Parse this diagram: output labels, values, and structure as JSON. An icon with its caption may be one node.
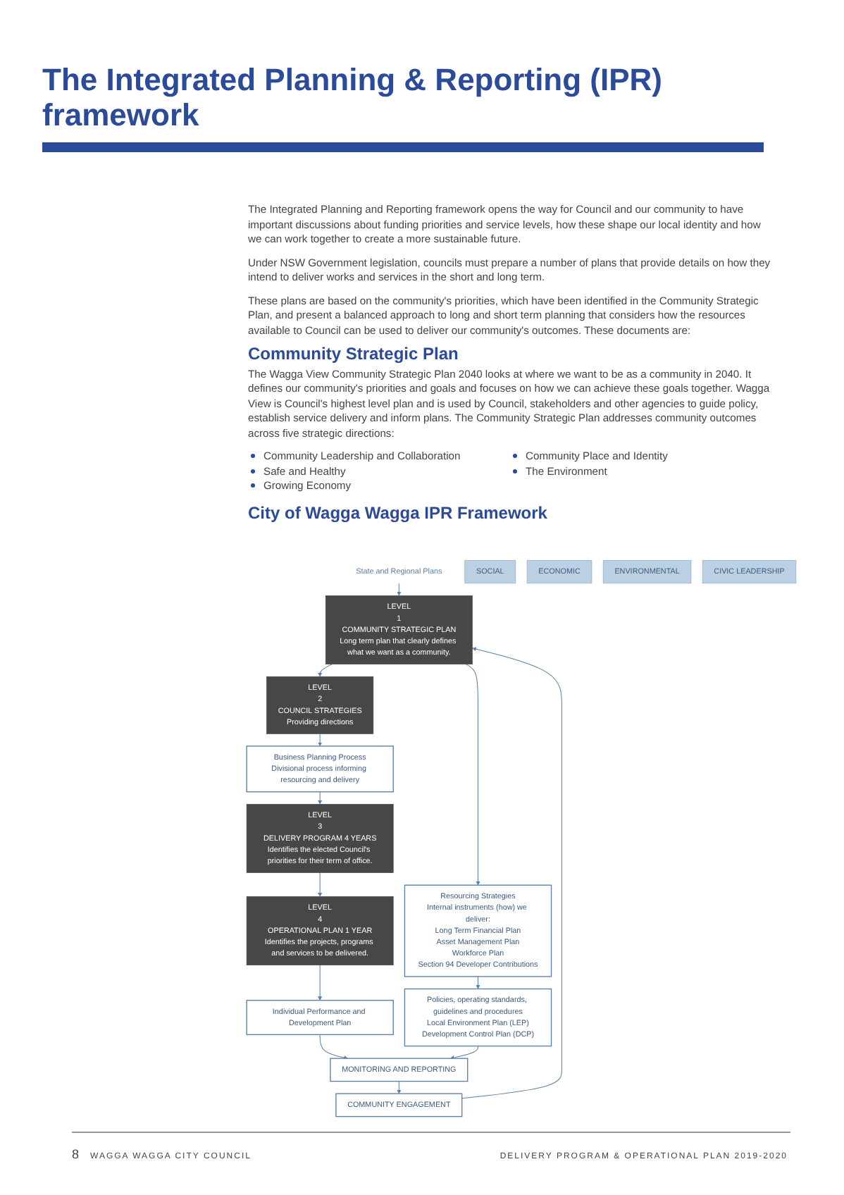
{
  "diagram": {
    "title": "The Integrated Planning & Reporting (IPR) framework",
    "nodes": [
      {
        "text": [
          "State and Regional Plans"
        ]
      },
      {
        "text": [
          "LEVEL",
          "1",
          "COMMUNITY STRATEGIC PLAN",
          "Long term plan that clearly defines what we want as a community."
        ]
      },
      {
        "text": [
          "LEVEL",
          "2",
          "COUNCIL STRATEGIES",
          "Providing directions"
        ]
      },
      {
        "text": [
          "SOCIAL"
        ]
      },
      {
        "text": [
          "ECONOMIC"
        ]
      },
      {
        "text": [
          "ENVIRONMENTAL"
        ]
      },
      {
        "text": [
          "CIVIC LEADERSHIP"
        ]
      },
      {
        "text": [
          "Business Planning Process",
          "Divisional process informing resourcing and delivery"
        ]
      },
      {
        "text": [
          "LEVEL",
          "3",
          "DELIVERY PROGRAM 4 YEARS",
          "Identifies the elected Council's priorities for their term of office."
        ]
      },
      {
        "text": [
          "LEVEL",
          "4",
          "OPERATIONAL PLAN 1 YEAR",
          "Identifies the projects, programs and services to be delivered."
        ]
      },
      {
        "text": [
          "Individual Performance and Development Plan"
        ]
      },
      {
        "text": [
          "MONITORING AND REPORTING"
        ]
      },
      {
        "text": [
          "Resourcing Strategies",
          "Internal instruments (how) we deliver:",
          "Long Term Financial Plan",
          "Asset Management Plan",
          "Workforce Plan",
          "Section 94 Developer Contributions"
        ]
      },
      {
        "text": [
          "Policies, operating standards, guidelines and procedures",
          "Local Environment Plan (LEP)",
          "Development Control Plan (DCP)"
        ]
      },
      {
        "text": [
          "COMMUNITY ENGAGEMENT"
        ]
      }
    ],
    "edges": [
      {
        "from": 0,
        "to": 1,
        "arrow": "to"
      },
      {
        "from": 1,
        "to": 2,
        "arrow": "to"
      },
      {
        "from": 2,
        "to": 7,
        "arrow": "to"
      },
      {
        "from": 7,
        "to": 8,
        "arrow": "to"
      },
      {
        "from": 8,
        "to": 9,
        "arrow": "to"
      },
      {
        "from": 9,
        "to": 10,
        "arrow": "to"
      },
      {
        "from": 10,
        "to": 11,
        "arrow": "to"
      },
      {
        "from": 11,
        "to": 14,
        "arrow": "to"
      },
      {
        "from": 14,
        "to": 1,
        "arrow": "to"
      },
      {
        "from": 1,
        "to": 12,
        "arrow": "to"
      },
      {
        "from": 12,
        "to": 13,
        "arrow": "to"
      },
      {
        "from": 13,
        "to": 11,
        "arrow": "to"
      }
    ],
    "labels": [
      "The Integrated Planning and Reporting framework opens the way for Council and our community to have important discussions about funding priorities and service levels, how these shape our local identity and how we can work together to create a more sustainable future.",
      "Under NSW Government legislation, councils must prepare a number of plans that provide details on how they intend to deliver works and services in the short and long term.",
      "These plans are based on the community's priorities, which have been identified in the Community Strategic Plan, and present a balanced approach to long and short term planning that considers how the resources available to Council can be used to deliver our community's outcomes. These documents are:",
      "Community Strategic Plan",
      "The Wagga View Community Strategic Plan 2040 looks at where we want to be as a community in 2040. It defines our community's priorities and goals and focuses on how we can achieve these goals together. Wagga View is Council's highest level plan and is used by Council, stakeholders and other agencies to guide policy, establish service delivery and inform plans. The Community Strategic Plan addresses community outcomes across five strategic directions:",
      "Community Leadership and Collaboration",
      "Safe and Healthy",
      "Growing Economy",
      "Community Place and Identity",
      "The Environment",
      "City of Wagga Wagga IPR Framework",
      "8",
      "WAGGA WAGGA CITY COUNCIL",
      "DELIVERY PROGRAM & OPERATIONAL PLAN 2019-2020"
    ]
  }
}
